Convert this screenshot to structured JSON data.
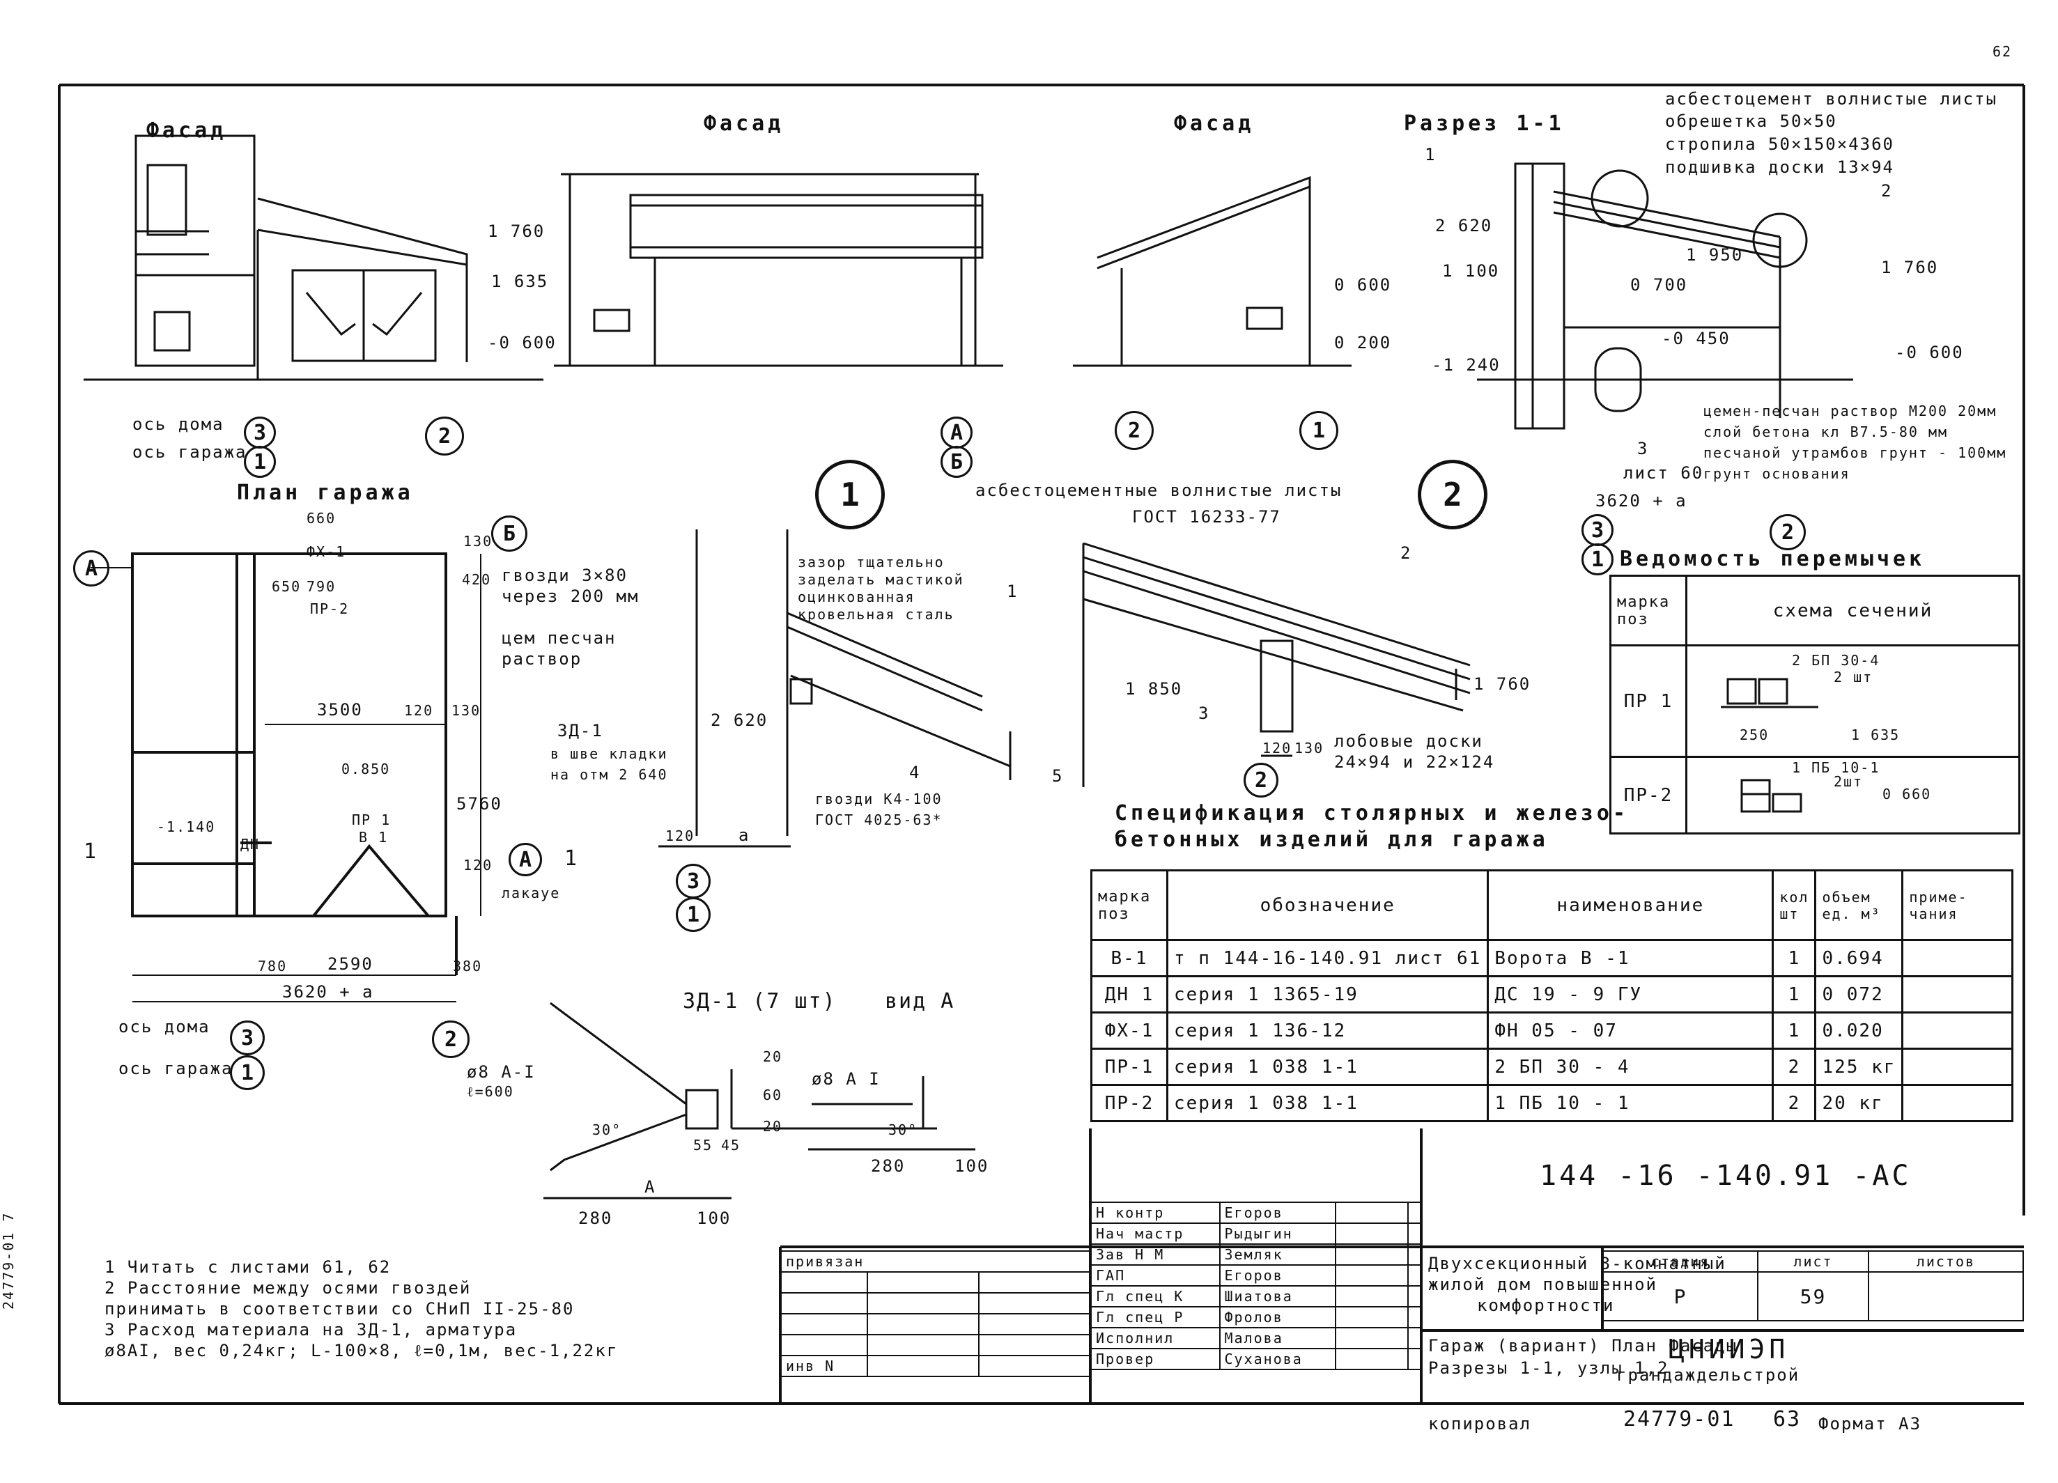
{
  "corner_mark": "62",
  "facades": {
    "f1_title": "Фасад",
    "f2_title": "Фасад",
    "f3_title": "Фасад",
    "f1_lvl_top": "1 760",
    "f1_lvl_mid": "1 635",
    "f1_lvl_bot": "-0 600",
    "f3_lvl_top": "0 600",
    "f3_lvl_bot": "0 200",
    "axis_house_label": "ось дома",
    "axis_garage_label": "ось гаража",
    "bubbles": {
      "b3": "3",
      "b1": "1",
      "b2": "2",
      "bA": "А",
      "bB": "Б"
    }
  },
  "section": {
    "title": "Разрез 1-1",
    "spec_rows": [
      "асбестоцемент волнистые листы",
      "обрешетка 50×50",
      "стропила 50×150×4360",
      "подшивка доски 13×94"
    ],
    "levels": [
      "2 620",
      "1 950",
      "1 760",
      "1 100",
      "0 700",
      "-0 450",
      "-0 600",
      "-1 240"
    ],
    "callouts": [
      "1",
      "2",
      "3"
    ],
    "sheet_ref": "лист 60",
    "dim": "3620 + а",
    "floor_rows": [
      "цемен-песчан раствор М200 20мм",
      "слой бетона кл В7.5-80 мм",
      "песчаной утрамбов грунт - 100мм",
      "грунт основания"
    ]
  },
  "plan": {
    "title": "План гаража",
    "dims": [
      "660",
      "650",
      "790",
      "3500",
      "120",
      "130",
      "420",
      "5760",
      "120",
      "130",
      "780",
      "2590",
      "380",
      "3620 + а"
    ],
    "labels": {
      "fx": "ФХ-1",
      "pr2": "ПР-2",
      "pr1": "ПР 1",
      "b1": "В 1",
      "dn": "ДН",
      "lvl_in": "0.850",
      "lvl_out": "-1.140",
      "gutter": "лакауе",
      "cut": "1"
    }
  },
  "node1": {
    "num": "1",
    "notes": [
      "гвозди 3×80",
      "через 200 мм",
      "цем песчан",
      "раствор"
    ],
    "gap_note": [
      "зазор тщательно",
      "заделать мастикой",
      "оцинкованная",
      "кровельная сталь"
    ],
    "zd": [
      "ЗД-1",
      "в шве кладки",
      "на отм 2 640"
    ],
    "lvl": "2 620",
    "nails": [
      "гвозди К4-100",
      "ГОСТ 4025-63*"
    ],
    "dims": [
      "120",
      "а"
    ],
    "callouts": [
      "4",
      "5"
    ]
  },
  "node2": {
    "num": "2",
    "header": [
      "асбестоцементные волнистые листы",
      "ГОСТ 16233-77"
    ],
    "lvls": [
      "1 850",
      "1 760"
    ],
    "dims": [
      "120",
      "130"
    ],
    "boards": [
      "лобовые доски",
      "24×94 и 22×124"
    ],
    "callouts": [
      "1",
      "2",
      "3"
    ]
  },
  "zd1": {
    "title": "ЗД-1 (7 шт)",
    "view": "вид А",
    "rebar1": "ø8 А-I",
    "len": "ℓ=600",
    "rebar2": "ø8 А I",
    "angle": "30°",
    "dims": [
      "280",
      "100",
      "55",
      "45",
      "280",
      "100",
      "20",
      "60",
      "20"
    ],
    "arrow": "А"
  },
  "lintels": {
    "title": "Ведомость перемычек",
    "head": [
      "марка поз",
      "схема сечений"
    ],
    "rows": [
      {
        "mark": "ПР 1",
        "beam": "2 БП 30-4",
        "qty": "2 шт",
        "dim": "250",
        "lvl": "1 635"
      },
      {
        "mark": "ПР-2",
        "beam": "1 ПБ 10-1",
        "qty": "2шт",
        "dim": "",
        "lvl": "0 660"
      }
    ]
  },
  "spec": {
    "title": [
      "Спецификация столярных и железо-",
      "бетонных изделий для гаража"
    ],
    "headers": [
      "марка поз",
      "обозначение",
      "наименование",
      "кол шт",
      "объем ед. м³",
      "приме-чания"
    ],
    "rows": [
      [
        "В-1",
        "т п 144-16-140.91 лист 61",
        "Ворота   В -1",
        "1",
        "0.694",
        ""
      ],
      [
        "ДН 1",
        "серия 1 1365-19",
        "ДС 19 - 9 ГУ",
        "1",
        "0 072",
        ""
      ],
      [
        "ФХ-1",
        "серия 1 136-12",
        "ФН 05 - 07",
        "1",
        "0.020",
        ""
      ],
      [
        "ПР-1",
        "серия 1 038 1-1",
        "2 БП 30 - 4",
        "2",
        "125 кг",
        ""
      ],
      [
        "ПР-2",
        "серия 1 038 1-1",
        "1 ПБ 10 - 1",
        "2",
        "20 кг",
        ""
      ]
    ]
  },
  "notes": [
    "1  Читать с листами 61, 62",
    "2  Расстояние между осями гвоздей",
    "   принимать в соответствии со СНиП II-25-80",
    "3  Расход материала на ЗД-1, арматура",
    "   ø8АI, вес 0,24кг; L-100×8, ℓ=0,1м, вес-1,22кг"
  ],
  "title_block": {
    "code": "144 -16 -140.91       -АС",
    "privyazan": "привязан",
    "inv": "инв N",
    "staff": [
      [
        "Н контр",
        "Егоров"
      ],
      [
        "Нач мастр",
        "Рыдыгин"
      ],
      [
        "Зав Н М",
        "Земляк"
      ],
      [
        "ГАП",
        "Егоров"
      ],
      [
        "Гл спец К",
        "Шиатова"
      ],
      [
        "Гл спец Р",
        "Фролов"
      ],
      [
        "Исполнил",
        "Малова"
      ],
      [
        "Провер",
        "Суханова"
      ]
    ],
    "project": [
      "Двухсекционный 3-комнатный",
      "жилой дом повышенной",
      "комфортности"
    ],
    "sheet_title": [
      "Гараж (вариант) План Фасады",
      "Разрезы 1-1, узлы 1,2"
    ],
    "stage_h": "стадия",
    "sheet_h": "лист",
    "sheets_h": "листов",
    "stage": "Р",
    "sheet": "59",
    "org": [
      "ЦНИИЭП",
      "грандаждельстрой"
    ]
  },
  "footer": {
    "copied": "копировал",
    "num": "24779-01",
    "pg": "63",
    "format": "Формат А3"
  },
  "side": "24779-01 7"
}
